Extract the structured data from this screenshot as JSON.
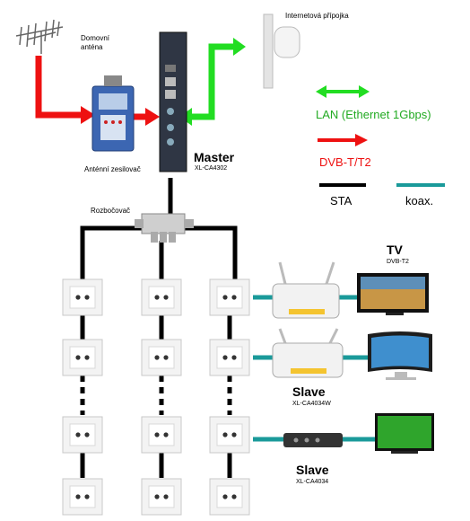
{
  "labels": {
    "antenna": "Domovní\nanténa",
    "amplifier": "Anténní zesilovač",
    "internet": "Internetová přípojka",
    "splitter": "Rozbočovač",
    "master_title": "Master",
    "master_model": "XL-CA4302",
    "slave1_title": "Slave",
    "slave1_model": "XL-CA4034W",
    "slave2_title": "Slave",
    "slave2_model": "XL-CA4034",
    "tv_title": "TV",
    "tv_model": "DVB-T2"
  },
  "legend": {
    "lan": "LAN (Ethernet 1Gbps)",
    "dvb": "DVB-T/T2",
    "sta": "STA",
    "koax": "koax."
  },
  "colors": {
    "lan": "#22dd22",
    "dvb": "#ee1111",
    "sta": "#000000",
    "koax": "#1a9a9a"
  }
}
